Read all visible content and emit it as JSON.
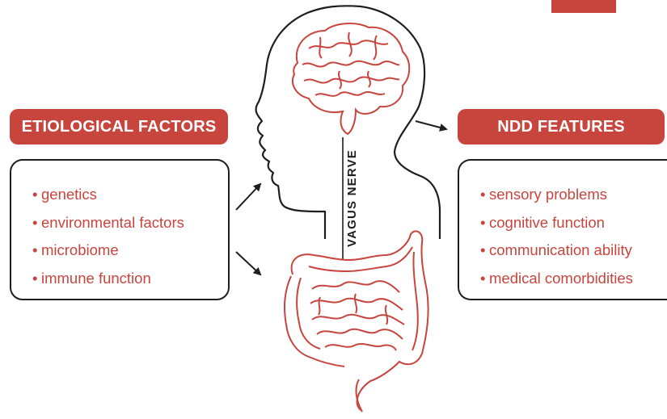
{
  "left_panel": {
    "title": "ETIOLOGICAL FACTORS",
    "items": [
      "genetics",
      "environmental factors",
      "microbiome",
      "immune function"
    ]
  },
  "right_panel": {
    "title": "NDD FEATURES",
    "items": [
      "sensory problems",
      "cognitive function",
      "communication ability",
      "medical comorbidities"
    ]
  },
  "center": {
    "vagus_label": "VAGUS NERVE"
  },
  "colors": {
    "accent": "#c8453e",
    "outline": "#1e1e1e"
  }
}
